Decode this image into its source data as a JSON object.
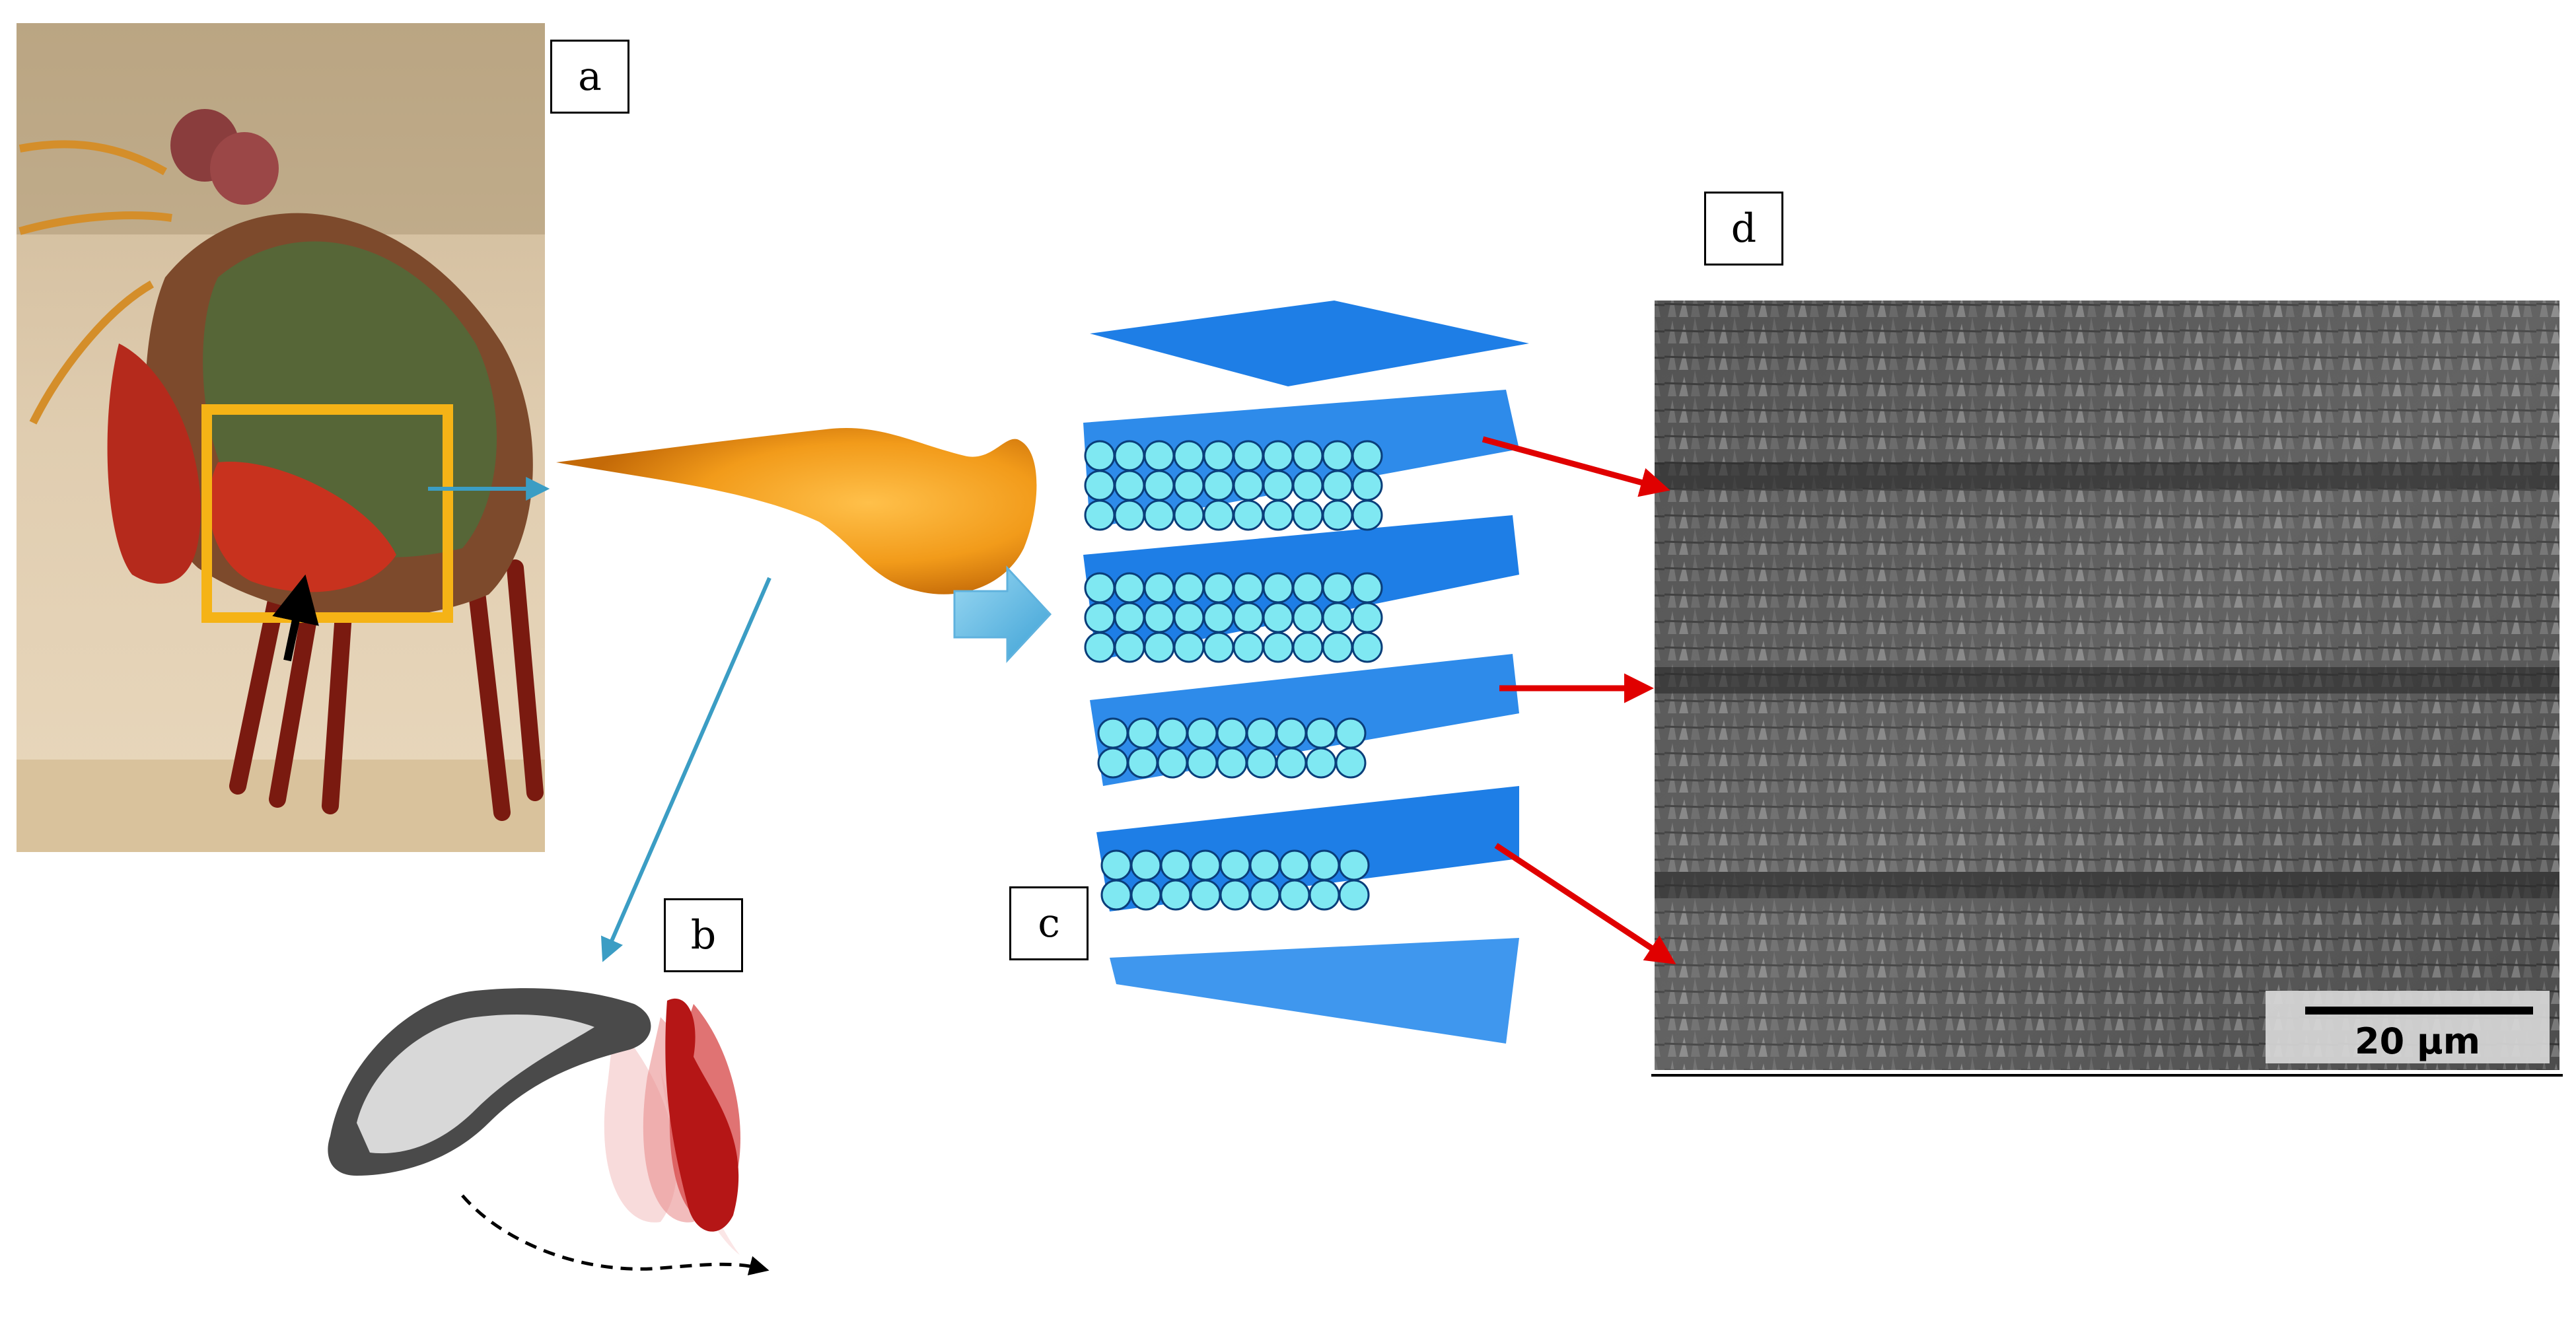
{
  "panels": {
    "a": {
      "label": "a"
    },
    "b": {
      "label": "b"
    },
    "c": {
      "label": "c"
    },
    "d": {
      "label": "d"
    }
  },
  "scale_bar": {
    "text": "20 µm"
  },
  "colors": {
    "highlight_box": "#f5b316",
    "blue_arrow": "#3b9dc4",
    "red_arrow": "#e00000",
    "fiber_side": "#1e7ee6",
    "fiber_end": "#7fe8f2",
    "club": "#f0a020"
  }
}
